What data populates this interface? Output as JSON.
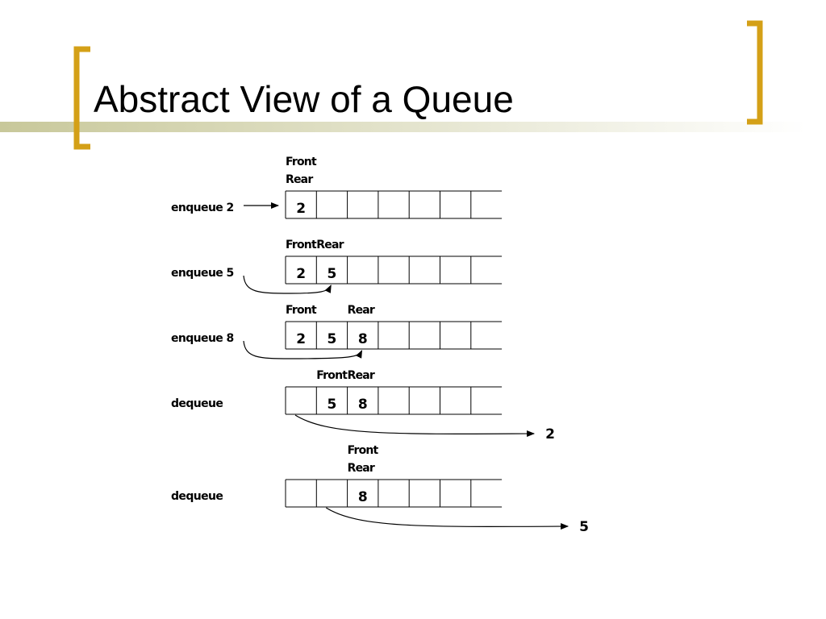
{
  "slide": {
    "title": "Abstract View of a Queue",
    "accent_color": "#d4a017",
    "rule_color": "#c8c89a"
  },
  "diagram": {
    "capacity": 7,
    "rows": [
      {
        "operation": "enqueue 2",
        "cells": [
          "2",
          "",
          "",
          "",
          "",
          "",
          ""
        ],
        "pointers": [
          {
            "text": "Front",
            "index": 0,
            "line": 0
          },
          {
            "text": "Rear",
            "index": 0,
            "line": 1
          }
        ],
        "output": ""
      },
      {
        "operation": "enqueue 5",
        "cells": [
          "2",
          "5",
          "",
          "",
          "",
          "",
          ""
        ],
        "pointers": [
          {
            "text": "Front",
            "index": 0,
            "line": 0
          },
          {
            "text": "Rear",
            "index": 1,
            "line": 0
          }
        ],
        "output": ""
      },
      {
        "operation": "enqueue 8",
        "cells": [
          "2",
          "5",
          "8",
          "",
          "",
          "",
          ""
        ],
        "pointers": [
          {
            "text": "Front",
            "index": 0,
            "line": 0
          },
          {
            "text": "Rear",
            "index": 2,
            "line": 0
          }
        ],
        "output": ""
      },
      {
        "operation": "dequeue",
        "cells": [
          "",
          "5",
          "8",
          "",
          "",
          "",
          ""
        ],
        "pointers": [
          {
            "text": "Front",
            "index": 1,
            "line": 0
          },
          {
            "text": "Rear",
            "index": 2,
            "line": 0
          }
        ],
        "output": "2"
      },
      {
        "operation": "dequeue",
        "cells": [
          "",
          "",
          "8",
          "",
          "",
          "",
          ""
        ],
        "pointers": [
          {
            "text": "Front",
            "index": 2,
            "line": 0
          },
          {
            "text": "Rear",
            "index": 2,
            "line": 1
          }
        ],
        "output": "5"
      }
    ]
  }
}
